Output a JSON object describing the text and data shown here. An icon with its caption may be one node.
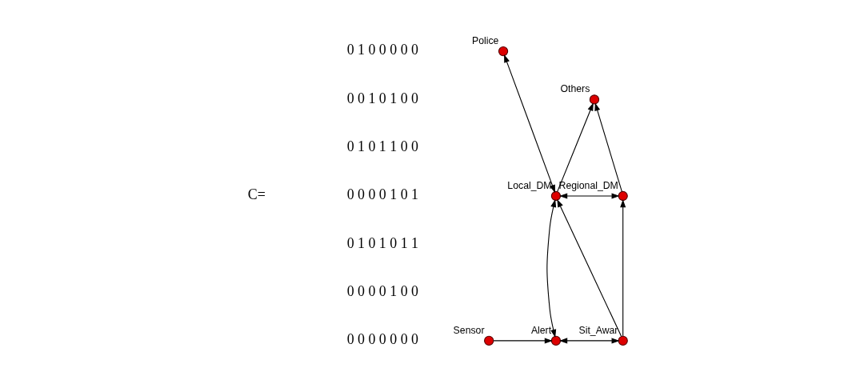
{
  "diagram": {
    "nodes": [
      {
        "text": [
          "Police"
        ]
      },
      {
        "text": [
          "Others"
        ]
      },
      {
        "text": [
          "Local_DM"
        ]
      },
      {
        "text": [
          "Regional_DM"
        ]
      },
      {
        "text": [
          "Sensor"
        ]
      },
      {
        "text": [
          "Alert"
        ]
      },
      {
        "text": [
          "Sit_Awar"
        ]
      }
    ],
    "edges": [
      {
        "from": 4,
        "to": 5,
        "arrow": "to"
      },
      {
        "from": 5,
        "to": 6,
        "arrow": "both"
      },
      {
        "from": 2,
        "to": 5,
        "arrow": "both"
      },
      {
        "from": 2,
        "to": 0,
        "arrow": "both"
      },
      {
        "from": 2,
        "to": 1,
        "arrow": "to"
      },
      {
        "from": 3,
        "to": 1,
        "arrow": "to"
      },
      {
        "from": 2,
        "to": 3,
        "arrow": "both"
      },
      {
        "from": 6,
        "to": 2,
        "arrow": "to"
      },
      {
        "from": 6,
        "to": 3,
        "arrow": "to"
      }
    ],
    "labels": [
      "C=",
      "0 1 0 0 0 0 0",
      "0 0 1 0 1 0 0",
      "0 1 0 1 1 0 0",
      "0 0 0 0 1 0 1",
      "0 1 0 1 0 1 1",
      "0 0 0 0 1 0 0",
      "0 0 0 0 0 0 0"
    ]
  }
}
